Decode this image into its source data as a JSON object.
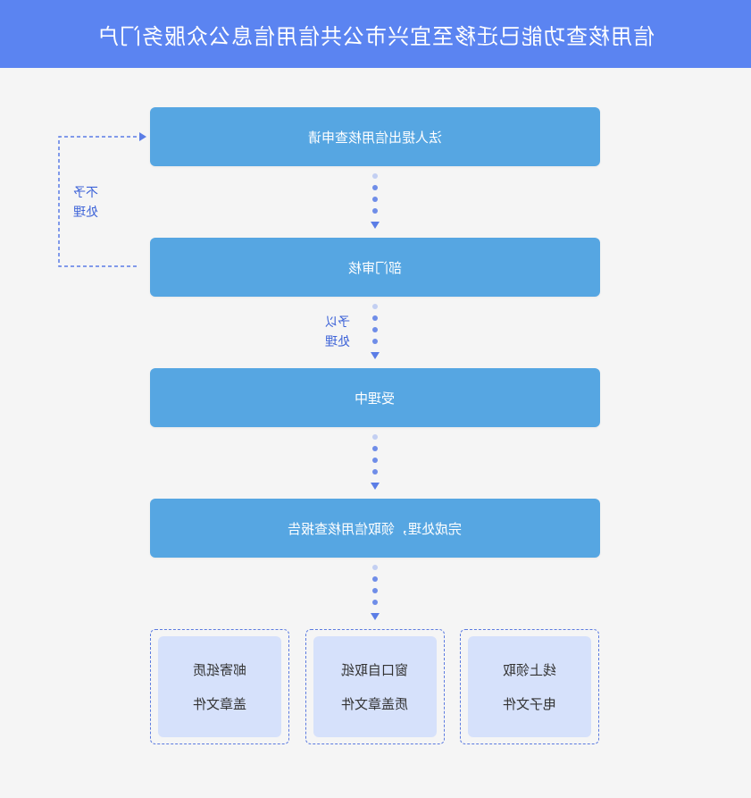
{
  "header": {
    "title": "信用核查功能已迁移至宜兴市公共信用信息公众服务门户"
  },
  "flow": {
    "steps": [
      {
        "label": "法人提出信用核查申请"
      },
      {
        "label": "部门审核"
      },
      {
        "label": "受理中"
      },
      {
        "label": "完成处理，领取信用核查报告"
      }
    ],
    "reject": {
      "line1": "不予",
      "line2": "处理"
    },
    "accept": {
      "line1": "予以",
      "line2": "处理"
    },
    "options": [
      {
        "line1": "线上领取",
        "line2": "电子文件"
      },
      {
        "line1": "窗口自取纸",
        "line2": "质盖章文件"
      },
      {
        "line1": "邮寄纸质",
        "line2": "盖章文件"
      }
    ]
  },
  "colors": {
    "header_bg": "#5b84f1",
    "step_bg": "#56a6e2",
    "connector": "#5b7de6",
    "option_bg": "#d6e1fb"
  }
}
